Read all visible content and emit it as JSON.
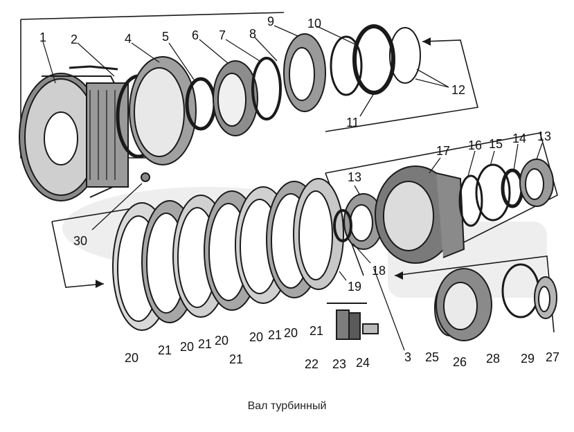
{
  "caption": "Вал турбинный",
  "colors": {
    "ink": "#1a1a1a",
    "mid": "#5a5a5a",
    "light": "#b5b5b5",
    "watermark": "#ececec"
  },
  "callouts": [
    "1",
    "2",
    "4",
    "5",
    "6",
    "7",
    "8",
    "9",
    "10",
    "11",
    "12",
    "13",
    "13",
    "14",
    "15",
    "16",
    "17",
    "18",
    "19",
    "20",
    "20",
    "20",
    "20",
    "20",
    "21",
    "21",
    "21",
    "21",
    "21",
    "22",
    "23",
    "24",
    "3",
    "25",
    "26",
    "28",
    "29",
    "27",
    "30"
  ]
}
